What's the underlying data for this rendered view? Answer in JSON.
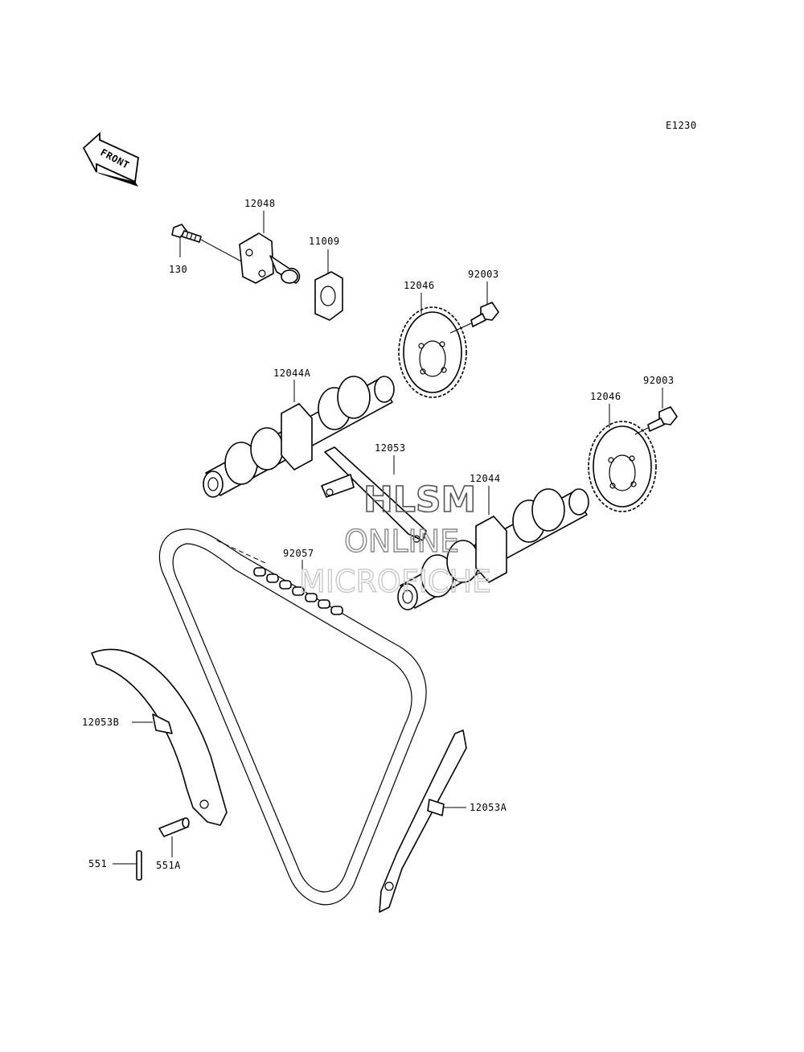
{
  "diagram_code": "E1230",
  "front_label": "FRONT",
  "watermark": {
    "line1": "HLSM",
    "line2": "ONLINE",
    "line3": "MICROFICHE"
  },
  "labels": {
    "p12048": "12048",
    "p11009": "11009",
    "p130": "130",
    "p12046_top": "12046",
    "p92003_top": "92003",
    "p12044A": "12044A",
    "p12046_right": "12046",
    "p92003_right": "92003",
    "p12053": "12053",
    "p12044": "12044",
    "p92057": "92057",
    "p12053B": "12053B",
    "p12053A": "12053A",
    "p551": "551",
    "p551A": "551A"
  }
}
